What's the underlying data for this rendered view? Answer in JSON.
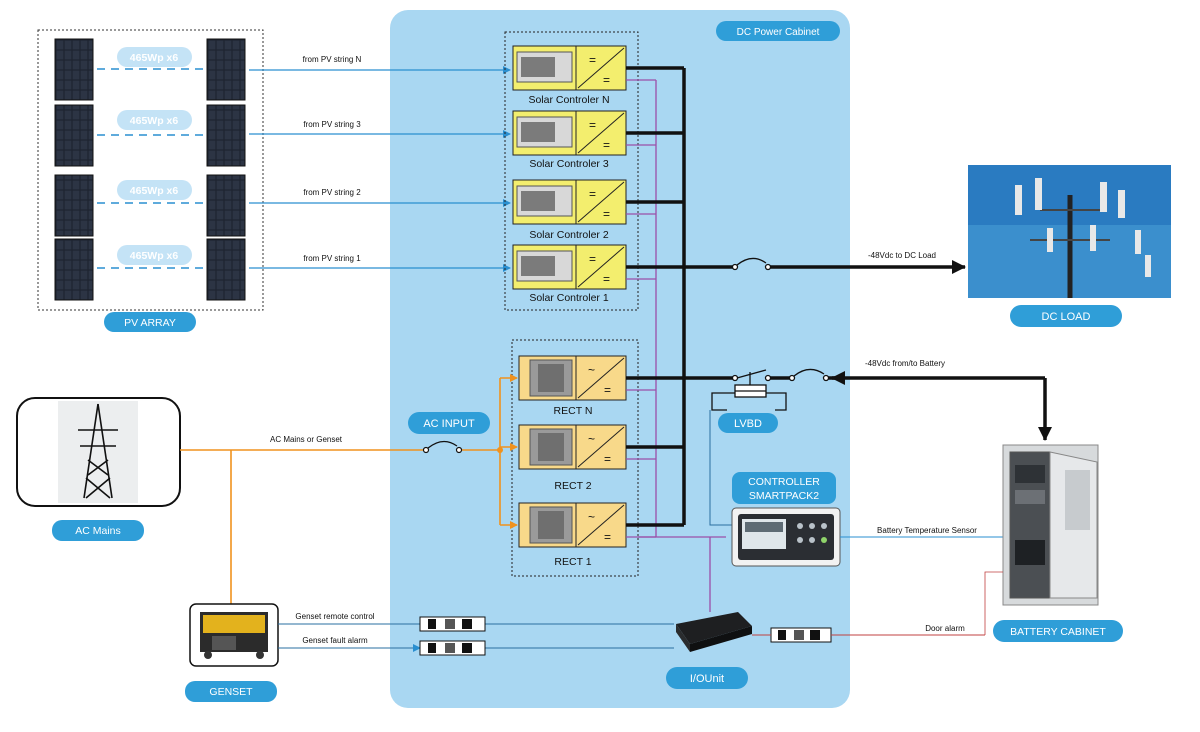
{
  "cabinet": {
    "title": "DC Power Cabinet"
  },
  "pv": {
    "array_label": "PV ARRAY",
    "panel_rating": "465Wp x6",
    "strings": [
      "from PV string N",
      "from PV string 3",
      "from PV string 2",
      "from PV string 1"
    ]
  },
  "controllers": [
    "Solar Controler N",
    "Solar Controler 3",
    "Solar Controler 2",
    "Solar Controler 1"
  ],
  "rectifiers": [
    "RECT N",
    "RECT 2",
    "RECT 1"
  ],
  "ac": {
    "mains_label": "AC Mains",
    "input_label": "AC INPUT",
    "line_label": "AC Mains or Genset"
  },
  "dc_load": {
    "label": "DC LOAD",
    "line_label": "-48Vdc to DC Load"
  },
  "battery": {
    "label": "BATTERY CABINET",
    "line_label": "-48Vdc from/to Battery",
    "temp_sensor": "Battery Temperature Sensor",
    "door_alarm": "Door alarm"
  },
  "lvbd": {
    "label": "LVBD"
  },
  "controller": {
    "label_line1": "CONTROLLER",
    "label_line2": "SMARTPACK2"
  },
  "io_unit": {
    "label": "I/OUnit"
  },
  "genset": {
    "label": "GENSET",
    "remote_control": "Genset remote control",
    "fault_alarm": "Genset fault alarm"
  },
  "colors": {
    "cabinet_fill": "#a9d7f2",
    "label_pill": "#2f9ed8",
    "pv_line": "#2a8fd0",
    "ac_line": "#f0921e",
    "signal_line": "#9b4fa8",
    "controller_fill": "#f3ee6e",
    "rect_fill": "#f8d98a"
  }
}
